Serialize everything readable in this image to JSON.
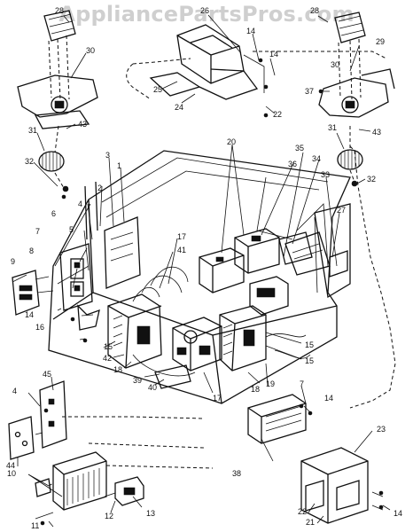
{
  "watermark": "AppliancePartsPros.com",
  "callouts": [
    {
      "id": "c28a",
      "text": "28"
    },
    {
      "id": "c26",
      "text": "26"
    },
    {
      "id": "c28b",
      "text": "28"
    },
    {
      "id": "c14a",
      "text": "14"
    },
    {
      "id": "c14b",
      "text": "14"
    },
    {
      "id": "c30a",
      "text": "30"
    },
    {
      "id": "c29",
      "text": "29"
    },
    {
      "id": "c25",
      "text": "25"
    },
    {
      "id": "c24",
      "text": "24"
    },
    {
      "id": "c22a",
      "text": "22"
    },
    {
      "id": "c30b",
      "text": "30"
    },
    {
      "id": "c37",
      "text": "37"
    },
    {
      "id": "c43a",
      "text": "43"
    },
    {
      "id": "c43b",
      "text": "43"
    },
    {
      "id": "c31a",
      "text": "31"
    },
    {
      "id": "c31b",
      "text": "31"
    },
    {
      "id": "c32a",
      "text": "32"
    },
    {
      "id": "c32b",
      "text": "32"
    },
    {
      "id": "c20",
      "text": "20"
    },
    {
      "id": "c35",
      "text": "35"
    },
    {
      "id": "c36",
      "text": "36"
    },
    {
      "id": "c34",
      "text": "34"
    },
    {
      "id": "c33",
      "text": "33"
    },
    {
      "id": "c27",
      "text": "27"
    },
    {
      "id": "c3",
      "text": "3"
    },
    {
      "id": "c1",
      "text": "1"
    },
    {
      "id": "c2",
      "text": "2"
    },
    {
      "id": "c4a",
      "text": "4"
    },
    {
      "id": "c5",
      "text": "5"
    },
    {
      "id": "c6",
      "text": "6"
    },
    {
      "id": "c7a",
      "text": "7"
    },
    {
      "id": "c8",
      "text": "8"
    },
    {
      "id": "c9",
      "text": "9"
    },
    {
      "id": "c17a",
      "text": "17"
    },
    {
      "id": "c41",
      "text": "41"
    },
    {
      "id": "c14c",
      "text": "14"
    },
    {
      "id": "c16",
      "text": "16"
    },
    {
      "id": "c15a",
      "text": "15"
    },
    {
      "id": "c42",
      "text": "42"
    },
    {
      "id": "c18a",
      "text": "18"
    },
    {
      "id": "c39",
      "text": "39"
    },
    {
      "id": "c40",
      "text": "40"
    },
    {
      "id": "c15b",
      "text": "15"
    },
    {
      "id": "c15c",
      "text": "15"
    },
    {
      "id": "c18b",
      "text": "18"
    },
    {
      "id": "c19",
      "text": "19"
    },
    {
      "id": "c17b",
      "text": "17"
    },
    {
      "id": "c7b",
      "text": "7"
    },
    {
      "id": "c14d",
      "text": "14"
    },
    {
      "id": "c45",
      "text": "45"
    },
    {
      "id": "c4b",
      "text": "4"
    },
    {
      "id": "c44",
      "text": "44"
    },
    {
      "id": "c38",
      "text": "38"
    },
    {
      "id": "c23",
      "text": "23"
    },
    {
      "id": "c10",
      "text": "10"
    },
    {
      "id": "c13",
      "text": "13"
    },
    {
      "id": "c12",
      "text": "12"
    },
    {
      "id": "c11",
      "text": "11"
    },
    {
      "id": "c22b",
      "text": "22"
    },
    {
      "id": "c21",
      "text": "21"
    },
    {
      "id": "c14e",
      "text": "14"
    }
  ]
}
